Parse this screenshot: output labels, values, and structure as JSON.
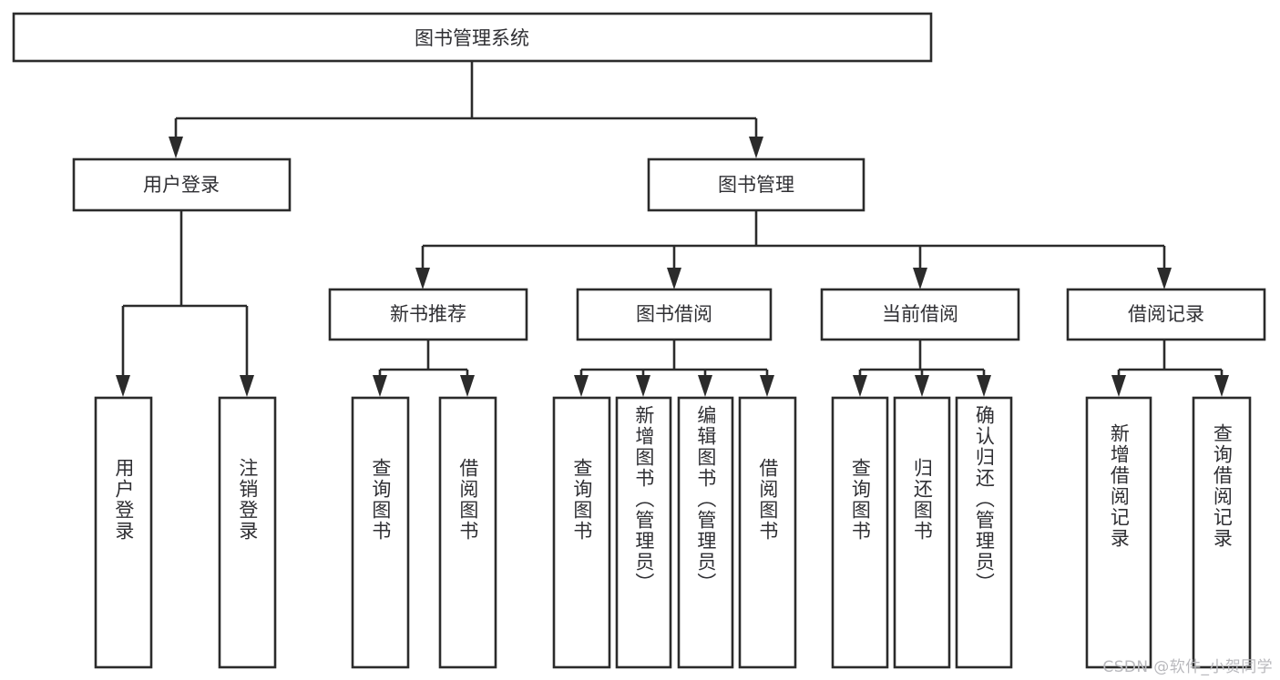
{
  "diagram": {
    "type": "tree-hierarchy-chart",
    "title": "图书管理系统",
    "orientation": "top-down",
    "colors": {
      "stroke": "#2b2b2b",
      "fill": "#ffffff",
      "text": "#2f2f33",
      "watermark": "#b9b9bd",
      "background": "#ffffff"
    },
    "root": {
      "label": "图书管理系统"
    },
    "level2": [
      {
        "label": "用户登录"
      },
      {
        "label": "图书管理"
      }
    ],
    "level3": [
      {
        "label": "新书推荐"
      },
      {
        "label": "图书借阅"
      },
      {
        "label": "当前借阅"
      },
      {
        "label": "借阅记录"
      }
    ],
    "leaves": {
      "user_login": [
        {
          "label": "用户登录"
        },
        {
          "label": "注销登录"
        }
      ],
      "new_book_recommend": [
        {
          "label": "查询图书"
        },
        {
          "label": "借阅图书"
        }
      ],
      "book_borrow": [
        {
          "label": "查询图书"
        },
        {
          "label": "新增图书（管理员）"
        },
        {
          "label": "编辑图书（管理员）"
        },
        {
          "label": "借阅图书"
        }
      ],
      "current_borrow": [
        {
          "label": "查询图书"
        },
        {
          "label": "归还图书"
        },
        {
          "label": "确认归还（管理员）"
        }
      ],
      "borrow_record": [
        {
          "label": "新增借阅记录"
        },
        {
          "label": "查询借阅记录"
        }
      ]
    }
  },
  "watermark": {
    "text": "CSDN @软件_小贺同学"
  }
}
